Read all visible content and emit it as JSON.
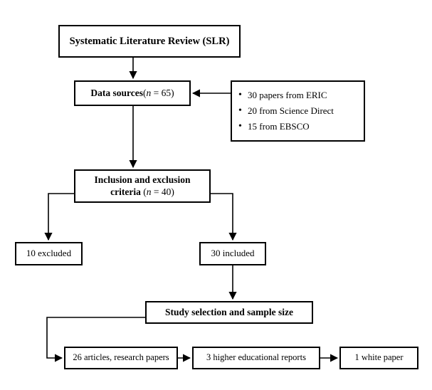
{
  "diagram": {
    "title": "Systematic Literature Review (SLR) flowchart",
    "background_color": "#ffffff",
    "line_color": "#000000",
    "border_color": "#000000"
  },
  "nodes": {
    "title_box": {
      "text": "Systematic Literature Review (SLR)"
    },
    "data_sources": {
      "label": "Data sources",
      "count_prefix": "(",
      "count_var": "n",
      "count_value": " = 65)"
    },
    "sources_list": {
      "items": [
        "30 papers from ERIC",
        "20 from Science Direct",
        "15 from EBSCO"
      ]
    },
    "criteria": {
      "line1": "Inclusion and exclusion",
      "line2_prefix": "criteria ",
      "count_open": "(",
      "count_var": "n",
      "count_value": " = 40)"
    },
    "excluded": {
      "text": "10 excluded"
    },
    "included": {
      "text": "30 included"
    },
    "selection": {
      "text": "Study selection and sample size"
    },
    "articles": {
      "text": "26 articles, research papers"
    },
    "reports": {
      "text": "3 higher educational reports"
    },
    "whitepaper": {
      "text": "1 white paper"
    }
  },
  "edges": [
    {
      "name": "title-to-datasources",
      "type": "vertical-arrow"
    },
    {
      "name": "sourceslist-to-datasources",
      "type": "horizontal-arrow-left"
    },
    {
      "name": "datasources-to-criteria",
      "type": "vertical-arrow"
    },
    {
      "name": "criteria-to-excluded",
      "type": "elbow-left-down-arrow"
    },
    {
      "name": "criteria-to-included",
      "type": "elbow-right-down-arrow"
    },
    {
      "name": "included-to-selection",
      "type": "vertical-arrow"
    },
    {
      "name": "selection-to-articles",
      "type": "elbow-left-down-right-arrow"
    },
    {
      "name": "articles-to-reports",
      "type": "horizontal-arrow-right"
    },
    {
      "name": "reports-to-whitepaper",
      "type": "horizontal-arrow-right"
    }
  ]
}
